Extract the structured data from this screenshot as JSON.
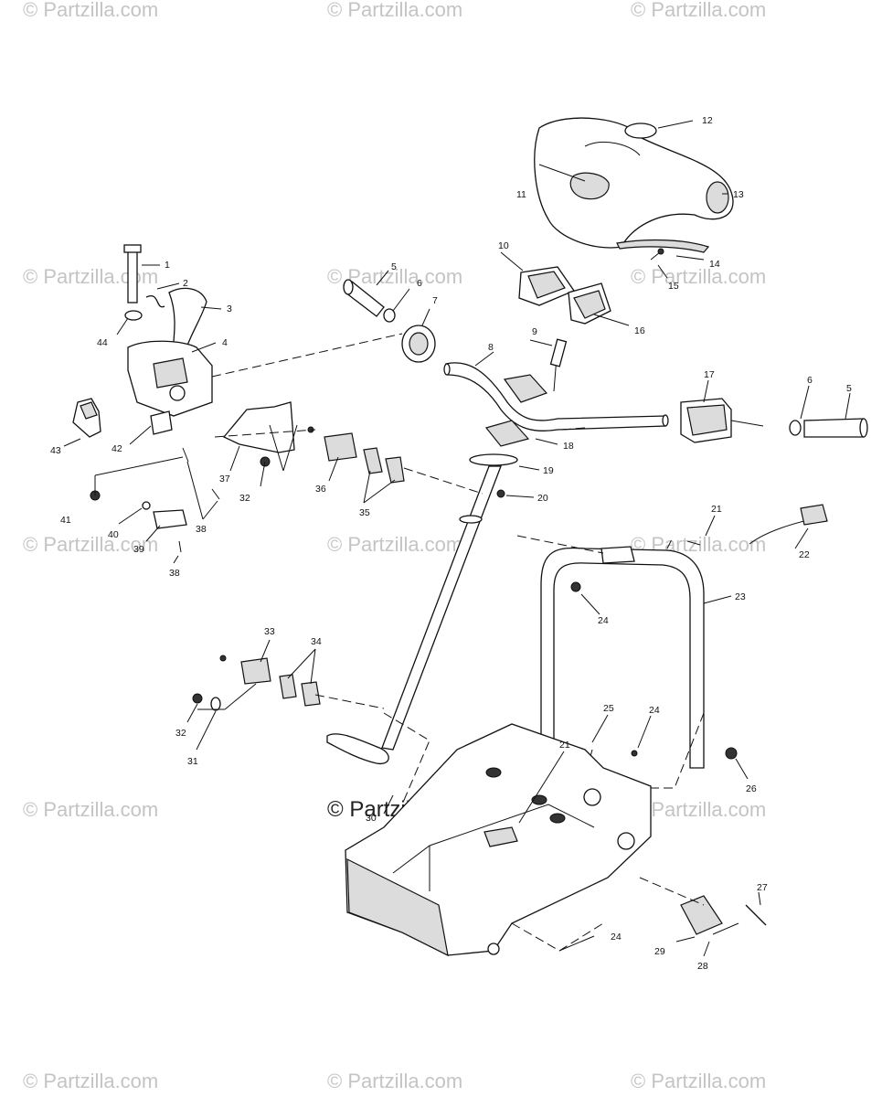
{
  "watermark": "© Partzilla.com",
  "watermark_center": "© Partzilla.com",
  "callouts": {
    "c1": "1",
    "c2": "2",
    "c3": "3",
    "c4": "4",
    "c5a": "5",
    "c5b": "5",
    "c6a": "6",
    "c6b": "6",
    "c7": "7",
    "c8": "8",
    "c9": "9",
    "c10": "10",
    "c11": "11",
    "c12": "12",
    "c13": "13",
    "c14": "14",
    "c15": "15",
    "c16": "16",
    "c17": "17",
    "c18": "18",
    "c19": "19",
    "c20": "20",
    "c21a": "21",
    "c21b": "21",
    "c22": "22",
    "c23": "23",
    "c24a": "24",
    "c24b": "24",
    "c24c": "24",
    "c25": "25",
    "c26": "26",
    "c27": "27",
    "c28": "28",
    "c29": "29",
    "c30": "30",
    "c31": "31",
    "c32a": "32",
    "c32b": "32",
    "c33": "33",
    "c34": "34",
    "c35": "35",
    "c36": "36",
    "c37": "37",
    "c38a": "38",
    "c38b": "38",
    "c39": "39",
    "c40": "40",
    "c41": "41",
    "c42": "42",
    "c43": "43",
    "c44": "44"
  }
}
